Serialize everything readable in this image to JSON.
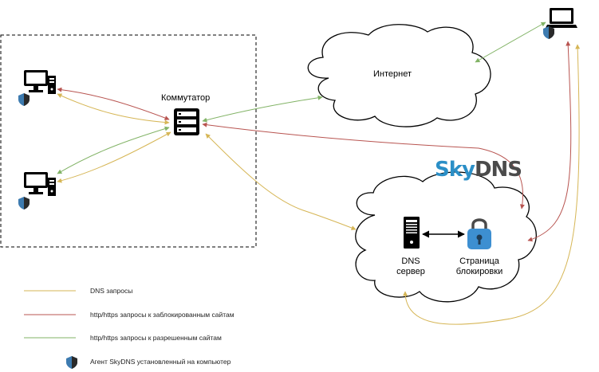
{
  "labels": {
    "internet": "Интернет",
    "switch": "Коммутатор",
    "dns_server_line1": "DNS",
    "dns_server_line2": "сервер",
    "block_page_line1": "Страница",
    "block_page_line2": "блокировки"
  },
  "brand": {
    "sky": "Sky",
    "dns": "DNS"
  },
  "legend": [
    {
      "text": "DNS запросы",
      "color": "#d6b656"
    },
    {
      "text": "http/https запросы к заблокированным сайтам",
      "color": "#b85450"
    },
    {
      "text": "http/https запросы к разрешенным сайтам",
      "color": "#82b366"
    },
    {
      "text": "Агент SkyDNS установленный на компьютер",
      "icon": "shield-icon"
    }
  ],
  "colors": {
    "dns": "#d6b656",
    "blocked": "#b85450",
    "allowed": "#82b366",
    "shield_blue": "#3d7bb0",
    "shield_dark": "#2a2a2a"
  }
}
